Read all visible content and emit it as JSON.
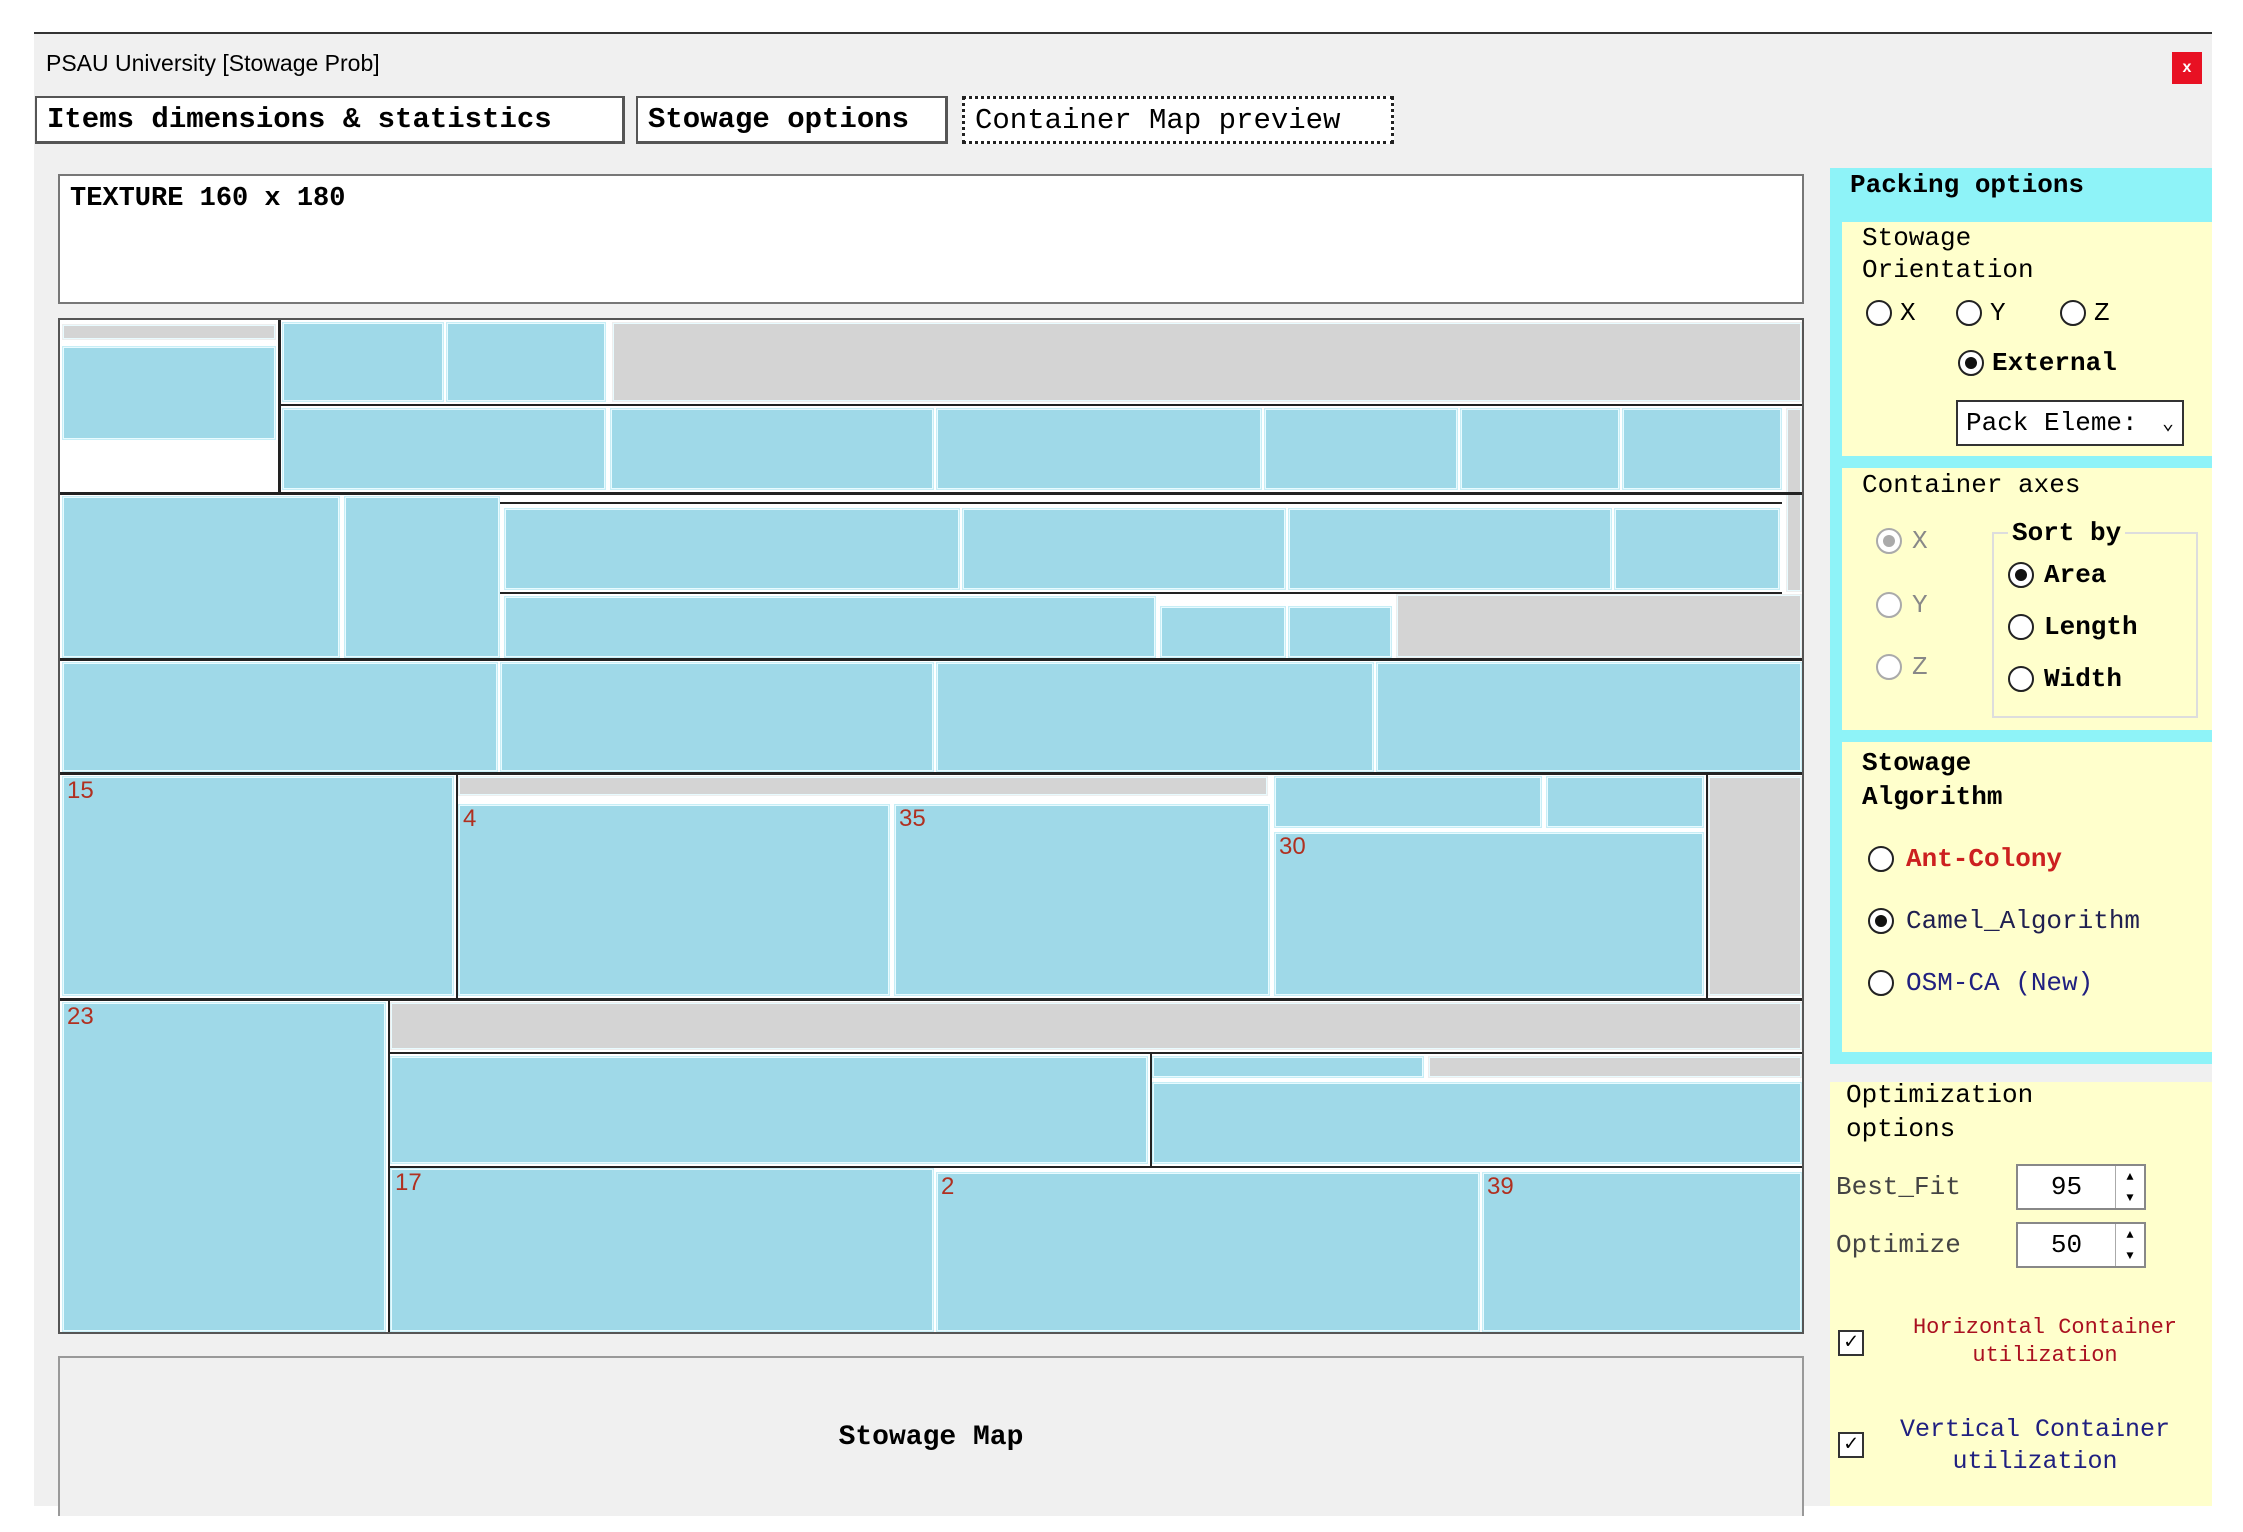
{
  "window": {
    "title": "PSAU University [Stowage Prob]",
    "close_label": "x"
  },
  "tabs": [
    {
      "label": "Items dimensions & statistics"
    },
    {
      "label": "Stowage options"
    },
    {
      "label": "Container Map preview"
    }
  ],
  "texture_label": "TEXTURE 160 x 180",
  "map": {
    "item_labels": [
      "15",
      "4",
      "35",
      "30",
      "23",
      "17",
      "2",
      "39"
    ],
    "button_label": "Stowage Map"
  },
  "packing": {
    "title": "Packing options",
    "orientation": {
      "title": "Stowage Orientation",
      "options": [
        "X",
        "Y",
        "Z",
        "External"
      ],
      "selected": "External",
      "dropdown_value": "Pack Eleme:"
    },
    "axes": {
      "title": "Container axes",
      "options": [
        "X",
        "Y",
        "Z"
      ],
      "selected": "X",
      "sort_title": "Sort by",
      "sort_options": [
        "Area",
        "Length",
        "Width"
      ],
      "sort_selected": "Area"
    },
    "algorithm": {
      "title": "Stowage Algorithm",
      "options": [
        "Ant-Colony",
        "Camel_Algorithm",
        "OSM-CA (New)"
      ],
      "selected": "Camel_Algorithm",
      "colors": [
        "#cc2020",
        "#202080",
        "#202080"
      ]
    }
  },
  "optimization": {
    "title": "Optimization options",
    "best_fit_label": "Best_Fit",
    "best_fit_value": "95",
    "optimize_label": "Optimize",
    "optimize_value": "50",
    "horizontal_label": "Horizontal Container utilization",
    "horizontal_checked": true,
    "vertical_label": "Vertical Container utilization",
    "vertical_checked": true
  }
}
